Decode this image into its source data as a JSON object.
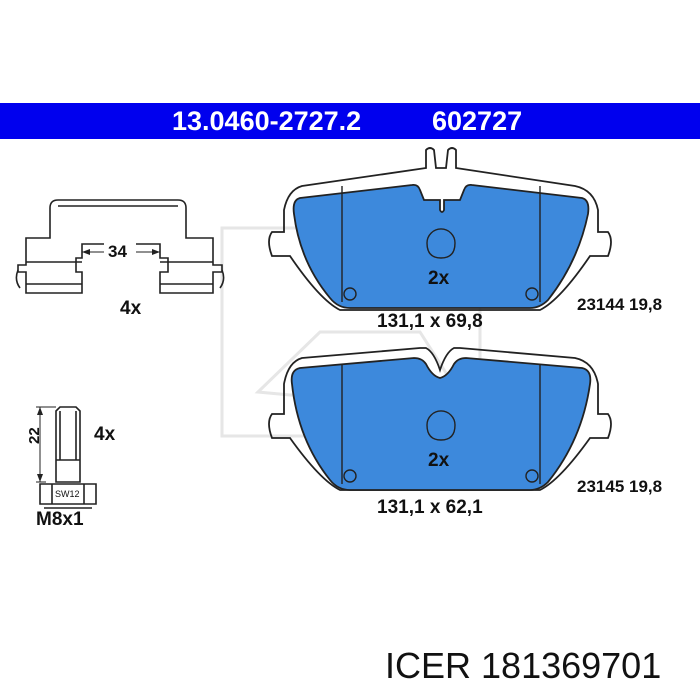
{
  "header": {
    "part_number": "13.0460-2727.2",
    "ref_number": "602727",
    "background_color": "#0000ee",
    "text_color": "#ffffff"
  },
  "clip": {
    "dimension": "34",
    "quantity": "4x"
  },
  "bolt": {
    "length": "22",
    "quantity": "4x",
    "wrench_label": "SW12",
    "thread": "M8x1"
  },
  "pads": [
    {
      "quantity": "2x",
      "dimensions": "131,1 x 69,8",
      "code": "23144 19,8"
    },
    {
      "quantity": "2x",
      "dimensions": "131,1 x 62,1",
      "code": "23145 19,8"
    }
  ],
  "pad_fill_color": "#3d89dc",
  "footer": {
    "brand": "ICER",
    "article": "181369701"
  }
}
